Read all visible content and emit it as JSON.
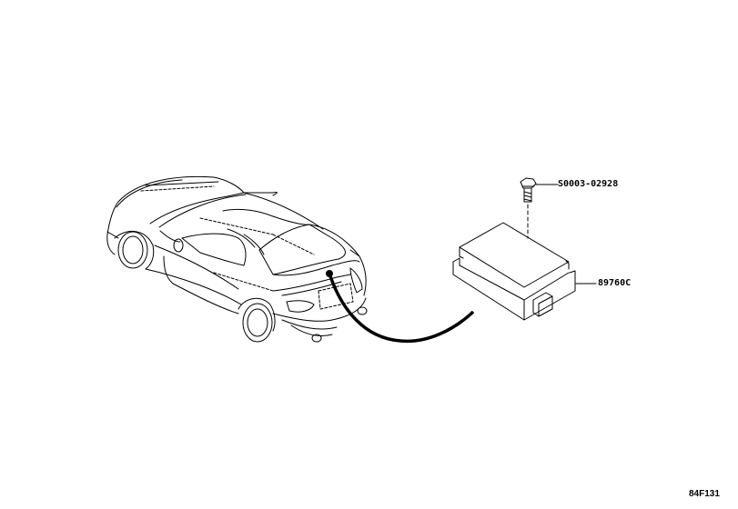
{
  "diagram": {
    "type": "parts-illustration",
    "subject": "vehicle with rear-mounted control module",
    "background": "#ffffff",
    "line_color": "#000000"
  },
  "callouts": [
    {
      "id": "bolt",
      "part_number": "S0003-02928"
    },
    {
      "id": "module",
      "part_number": "89760C"
    }
  ],
  "illustration_id": "84F131"
}
